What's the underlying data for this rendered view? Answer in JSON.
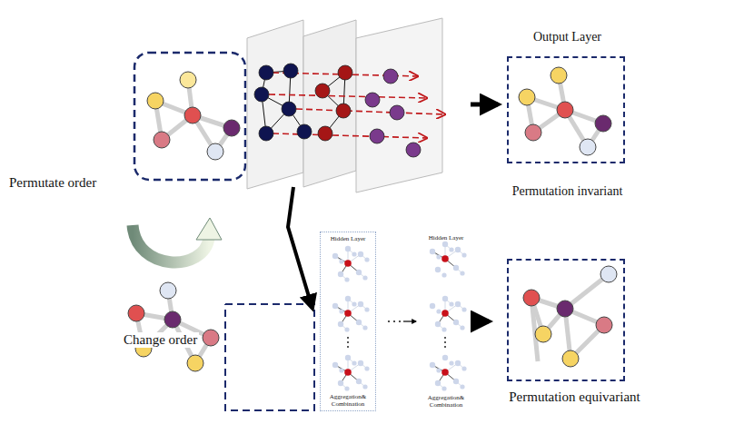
{
  "diagram": {
    "nodes": [
      {
        "text": [
          "Output Layer",
          "Permutation invariant"
        ]
      },
      {
        "text": [
          "Hidden Layer",
          "Aggregation& Combination"
        ]
      },
      {
        "text": [
          "Hidden Layer",
          "Aggregation& Combination"
        ]
      },
      {
        "text": [
          "Permutation equivariant"
        ]
      }
    ],
    "edges": [
      {
        "from": 1,
        "to": 2,
        "arrow": "to"
      },
      {
        "from": 2,
        "to": 3,
        "arrow": "to"
      }
    ],
    "labels": [
      "Permutate order",
      "Change order"
    ]
  }
}
